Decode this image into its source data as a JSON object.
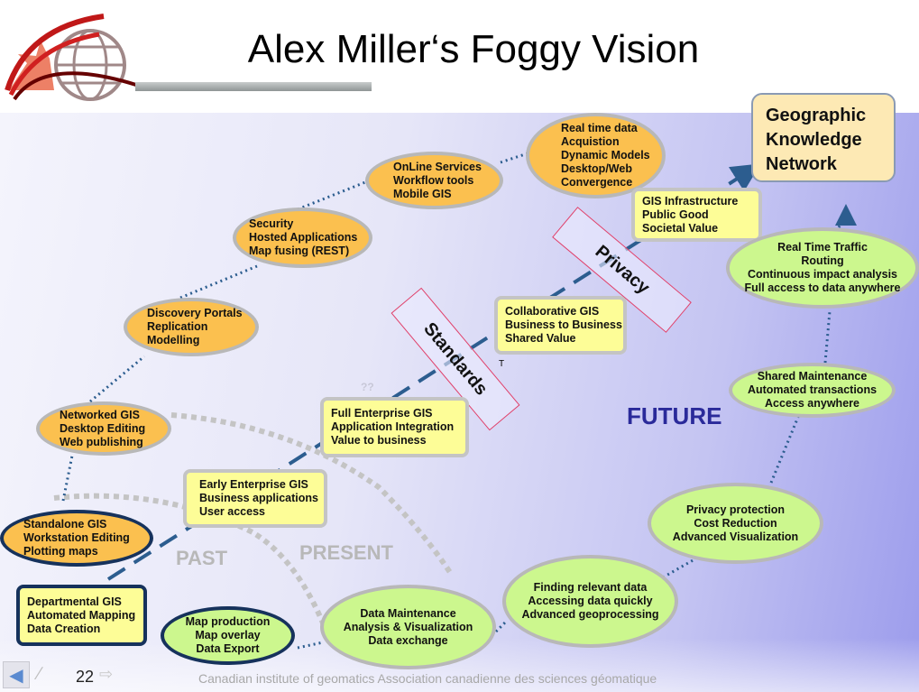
{
  "title": "Alex Miller‘s Foggy Vision",
  "nodes": {
    "standalone": [
      "Standalone GIS",
      "Workstation Editing",
      "Plotting maps"
    ],
    "departmental": [
      "Departmental GIS",
      "Automated Mapping",
      "Data Creation"
    ],
    "networked": [
      "Networked GIS",
      "Desktop Editing",
      "Web publishing"
    ],
    "discovery": [
      "Discovery Portals",
      "Replication",
      "Modelling"
    ],
    "security": [
      "Security",
      "Hosted Applications",
      "Map fusing (REST)"
    ],
    "online": [
      "OnLine Services",
      "Workflow tools",
      "Mobile GIS"
    ],
    "realtime": [
      "Real time data",
      "Acquistion",
      "Dynamic Models",
      "Desktop/Web",
      "Convergence"
    ],
    "early": [
      "Early Enterprise GIS",
      "Business applications",
      "User access"
    ],
    "full": [
      "Full Enterprise GIS",
      "Application Integration",
      "Value to business"
    ],
    "collab": [
      "Collaborative GIS",
      "Business to Business",
      "Shared Value"
    ],
    "infra": [
      "GIS Infrastructure",
      "Public Good",
      "Societal Value"
    ],
    "gkn": [
      "Geographic",
      "Knowledge",
      "Network"
    ],
    "mapprod": [
      "Map production",
      "Map overlay",
      "Data Export"
    ],
    "datamaint": [
      "Data Maintenance",
      "Analysis & Visualization",
      "Data exchange"
    ],
    "finding": [
      "Finding relevant data",
      "Accessing data quickly",
      "Advanced geoprocessing"
    ],
    "privacyprot": [
      "Privacy protection",
      "Cost Reduction",
      "Advanced Visualization"
    ],
    "shared": [
      "Shared Maintenance",
      "Automated transactions",
      "Access anywhere"
    ],
    "traffic": [
      "Real Time Traffic",
      "Routing",
      "Continuous impact analysis",
      "Full access to data anywhere"
    ]
  },
  "labels": {
    "standards": "Standards",
    "privacy": "Privacy",
    "future": "FUTURE",
    "past": "PAST",
    "present": "PRESENT",
    "qq": "??",
    "t": "T"
  },
  "footer": {
    "page": "22",
    "text": "Canadian institute of geomatics   Association canadienne des sciences géomatique"
  },
  "colors": {
    "orange": "#fbc04f",
    "green": "#ccf78e",
    "yellow": "#fdfd97",
    "future": "#2a2a9a"
  }
}
